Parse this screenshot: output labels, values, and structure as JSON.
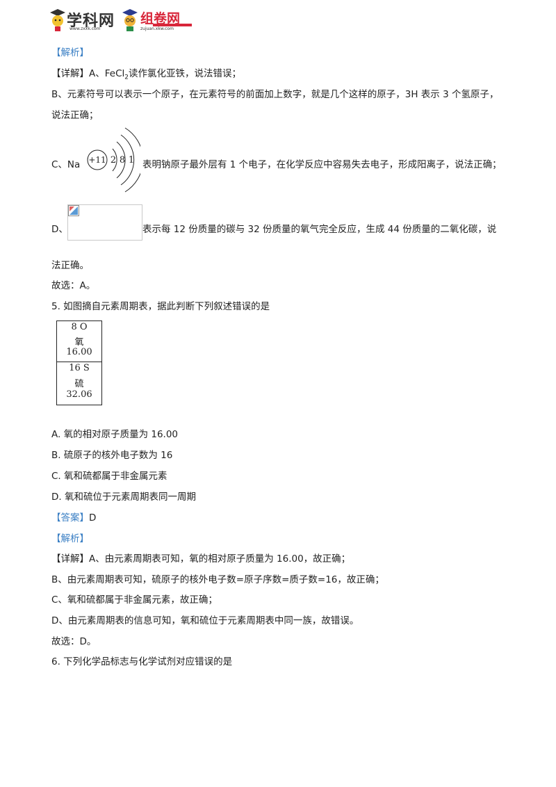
{
  "header": {
    "logo1_text": "学科网",
    "logo1_url": "www.zxxk.com",
    "logo2_text": "组卷网",
    "logo2_url": "zujuan.xkw.com"
  },
  "q4": {
    "analysis_tag": "【解析】",
    "detail_tag": "【详解】",
    "line_a_prefix": "A、",
    "formula_base": "FeCl",
    "formula_sub": "2",
    "line_a_rest": "读作氯化亚铁，说法错误；",
    "line_b": "B、元素符号可以表示一个原子，在元素符号的前面加上数字，就是几个这样的原子，3H 表示 3 个氢原子，",
    "line_b2": "说法正确；",
    "line_c_prefix": "C、Na",
    "atom": {
      "nucleus": "+11",
      "shells": [
        "2",
        "8",
        "1"
      ]
    },
    "line_c_rest": "表明钠原子最外层有 1 个电子，在化学反应中容易失去电子，形成阳离子，说法正确；",
    "line_d_prefix": "D、",
    "line_d_rest": "表示每 12 份质量的碳与 32 份质量的氧气完全反应，生成 44 份质量的二氧化碳，说",
    "line_d2": "法正确。",
    "choice": "故选：A。"
  },
  "q5": {
    "question": "5. 如图摘自元素周期表，据此判断下列叙述错误的是",
    "table": {
      "top": {
        "number_symbol": "8  O",
        "name": "氧",
        "mass": "16.00"
      },
      "bottom": {
        "number_symbol": "16  S",
        "name": "硫",
        "mass": "32.06"
      }
    },
    "options": [
      "A. 氧的相对原子质量为 16.00",
      "B. 硫原子的核外电子数为 16",
      "C. 氧和硫都属于非金属元素",
      "D. 氧和硫位于元素周期表同一周期"
    ],
    "answer_tag": "【答案】",
    "answer": "D",
    "analysis_tag": "【解析】",
    "detail_tag": "【详解】",
    "detail_a": "A、由元素周期表可知，氧的相对原子质量为 16.00，故正确；",
    "detail_b": "B、由元素周期表可知，硫原子的核外电子数=原子序数=质子数=16，故正确；",
    "detail_c": "C、氧和硫都属于非金属元素，故正确；",
    "detail_d": "D、由元素周期表的信息可知，氧和硫位于元素周期表中同一族，故错误。",
    "choice": "故选：D。"
  },
  "q6": {
    "question": "6. 下列化学品标志与化学试剂对应错误的是"
  }
}
